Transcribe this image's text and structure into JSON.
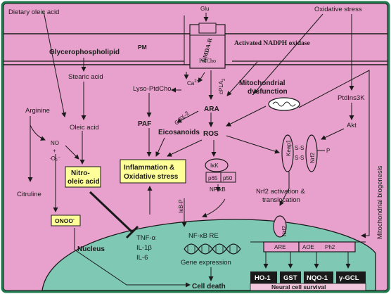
{
  "colors": {
    "frame": "#1f7a4d",
    "cytoplasm": "#e8a0cc",
    "nucleus": "#7fc8b4",
    "highlight_box": "#ffff99",
    "dark_box": "#1a1a1a",
    "survival_bar": "#f2c6dd"
  },
  "labels": {
    "dietary_oleic_acid": "Dietary oleic acid",
    "oxidative_stress_top": "Oxidative stress",
    "glu": "Glu",
    "pm": "PM",
    "glycerophospholipid": "Glycerophospholipid",
    "nmda_r": "NMDA-R",
    "ptdcho": "PtdCho",
    "activated_nadph_oxidase": "Activated NADPH oxidase",
    "stearic_acid": "Stearic acid",
    "ca2": "Ca",
    "ca2_sup": "2+",
    "cpla2": "cPLA",
    "cpla2_sub": "2",
    "lyso_ptdcho": "Lyso-PtdCho",
    "mito_dysfunction_1": "Mitochondrial",
    "mito_dysfunction_2": "dysfunction",
    "ptdins3k": "PtdIns3K",
    "arginine": "Arginine",
    "oleic_acid": "Oleic acid",
    "paf": "PAF",
    "cox2": "COX-2",
    "ara": "ARA",
    "akt": "Akt",
    "no_line": "NO",
    "plus": "+",
    "o2_line": "·O₂⁻",
    "eicosanoids": "Eicosanoids",
    "ros": "ROS",
    "keap1": "Keap1",
    "nrf2": "Nrf2",
    "s_s_top": "S-S",
    "s_s_bottom": "S-S",
    "p_label": "P",
    "inflammation_1": "Inflammation &",
    "inflammation_2": "Oxidative stress",
    "ikk": "IκK",
    "p65": "p65",
    "p50": "p50",
    "nitro_1": "Nitro-",
    "nitro_2": "oleic acid",
    "nfkb": "NF-κB",
    "citruline": "Citruline",
    "ikb_p": "IκB-P",
    "nrf2_activation_1": "Nrf2 activation &",
    "nrf2_activation_2": "translocation",
    "mito_biogenesis": "Mitochondrial biogenesis",
    "onoo": "ONOO",
    "onoo_sup": "-",
    "nfkb_re": "NF-κB RE",
    "tnf": "TNF-α",
    "il1": "IL-1β",
    "il6": "IL-6",
    "nucleus": "Nucleus",
    "gene_expression": "Gene expression",
    "are": "ARE",
    "aoe": "AOE",
    "ph2": "Ph2",
    "nrf2_nuclear": "Nrf2",
    "ho1": "HO-1",
    "gst": "GST",
    "nqo1": "NQO-1",
    "ygcl": "γ-GCL",
    "cell_death": "Cell death",
    "neural_survival": "Neural cell survival"
  }
}
